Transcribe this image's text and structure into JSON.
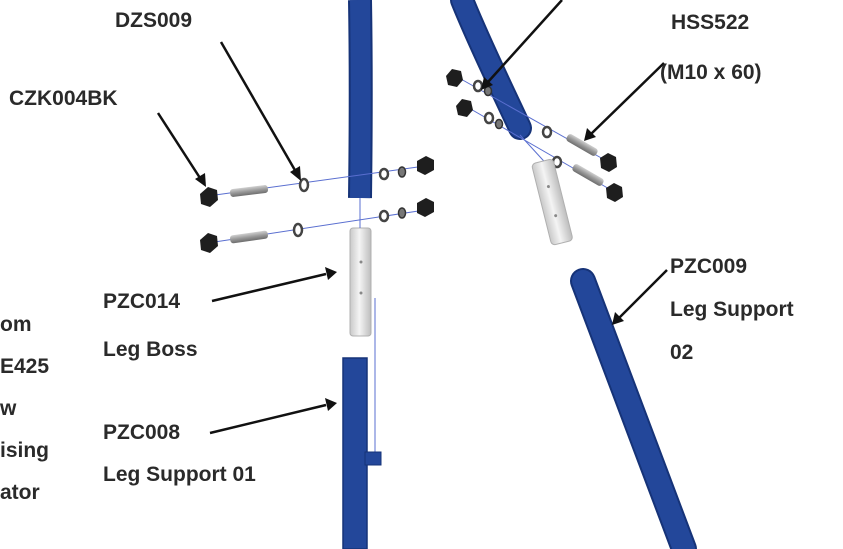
{
  "colors": {
    "tube": "#23479a",
    "tube_edge": "#163378",
    "boss": "#e6e6e6",
    "bolt": "#8a8a8a",
    "nut": "#1e1e1e",
    "line": "#5a6fd0",
    "leader": "#111111",
    "text": "#2a2a2a"
  },
  "labels": {
    "dzs009": "DZS009",
    "czk004bk": "CZK004BK",
    "hss522": "HSS522",
    "hss522_size": "(M10 x 60)",
    "pzc009": "PZC009",
    "pzc009_name_1": "Leg Support",
    "pzc009_name_2": "02",
    "pzc014": "PZC014",
    "pzc014_name": "Leg Boss",
    "pzc008": "PZC008",
    "pzc008_name": "Leg Support 01",
    "cut_1": "om",
    "cut_2": "E425",
    "cut_3": "w",
    "cut_4": "ising",
    "cut_5": "ator"
  }
}
